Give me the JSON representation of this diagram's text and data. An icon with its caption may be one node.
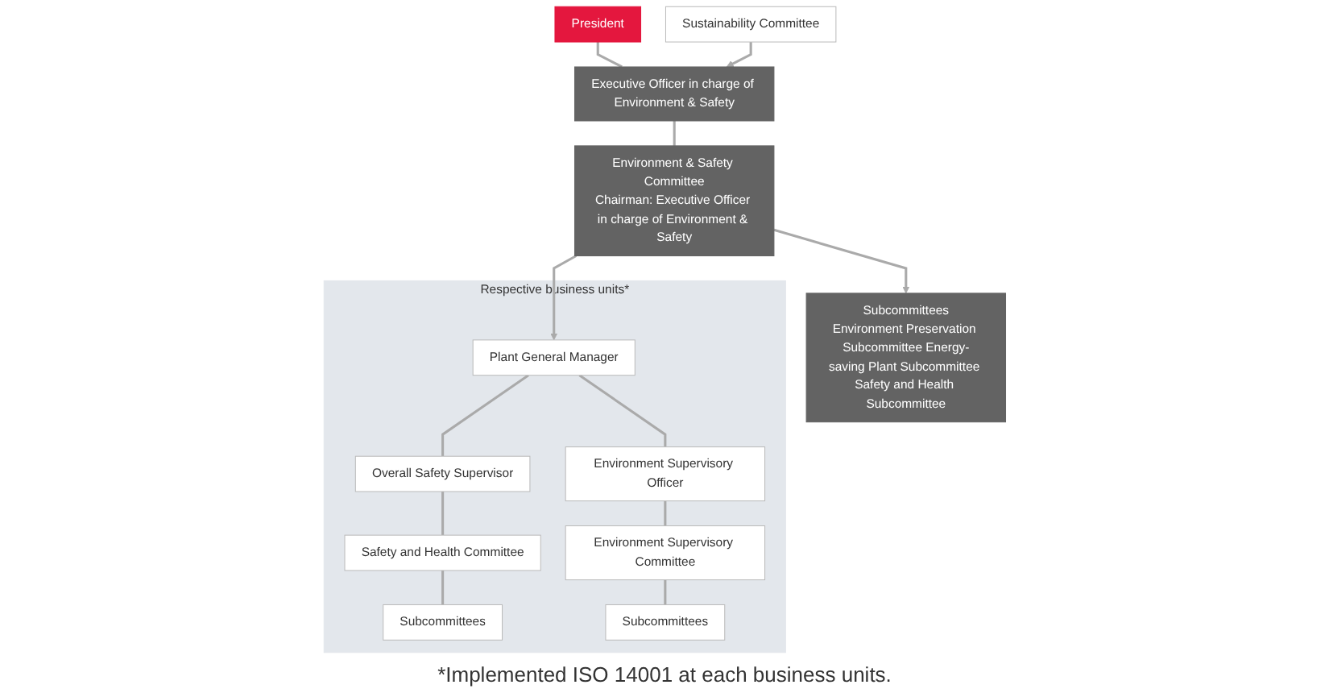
{
  "diagram": {
    "nodes": [
      {
        "text": [
          "President"
        ]
      },
      {
        "text": [
          "Sustainability Committee"
        ]
      },
      {
        "text": [
          "Executive Officer in charge of Environment & Safety"
        ]
      },
      {
        "text": [
          "Environment & Safety Committee",
          "Chairman: Executive Officer in charge of Environment & Safety"
        ]
      },
      {
        "text": [
          "Subcommittees",
          "Environment Preservation Subcommittee Energy-saving Plant Subcommittee Safety and Health Subcommittee"
        ]
      },
      {
        "text": [
          "Respective business units*"
        ]
      },
      {
        "text": [
          "Plant General Manager"
        ],
        "in": 5
      },
      {
        "text": [
          "Overall Safety Supervisor"
        ],
        "in": 5
      },
      {
        "text": [
          "Safety and Health Committee"
        ],
        "in": 5
      },
      {
        "text": [
          "Subcommittees"
        ],
        "in": 5
      },
      {
        "text": [
          "Environment Supervisory Officer"
        ],
        "in": 5
      },
      {
        "text": [
          "Environment Supervisory Committee"
        ],
        "in": 5
      },
      {
        "text": [
          "Subcommittees"
        ],
        "in": 5
      }
    ],
    "edges": [
      {
        "from": 0,
        "to": 2,
        "arrow": "none"
      },
      {
        "from": 1,
        "to": 2,
        "arrow": "to"
      },
      {
        "from": 2,
        "to": 3,
        "arrow": "none"
      },
      {
        "from": 3,
        "to": 4,
        "arrow": "to"
      },
      {
        "from": 3,
        "to": 6,
        "arrow": "to"
      },
      {
        "from": 6,
        "to": 7,
        "arrow": "none"
      },
      {
        "from": 6,
        "to": 10,
        "arrow": "none"
      },
      {
        "from": 7,
        "to": 8,
        "arrow": "none"
      },
      {
        "from": 8,
        "to": 9,
        "arrow": "none"
      },
      {
        "from": 10,
        "to": 11,
        "arrow": "none"
      },
      {
        "from": 11,
        "to": 12,
        "arrow": "none"
      }
    ],
    "labels": [
      "*Implemented ISO 14001 at each business units."
    ]
  }
}
